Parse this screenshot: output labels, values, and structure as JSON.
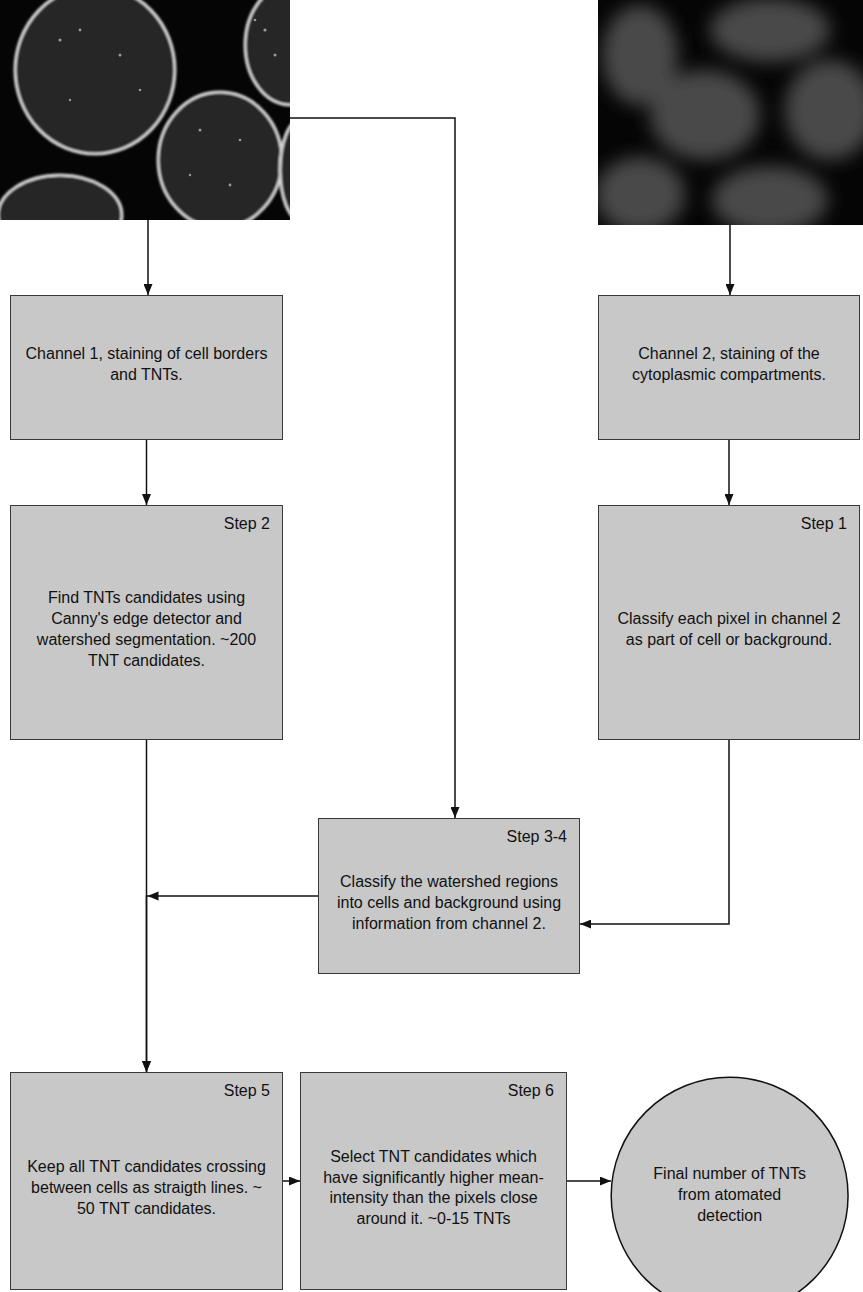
{
  "diagram": {
    "nodes": [
      {
        "text": [
          "Channel 1, staining of cell borders and TNTs."
        ]
      },
      {
        "text": [
          "Channel 2, staining of the cytoplasmic compartments."
        ]
      },
      {
        "text": [
          "Step 2",
          "Find TNTs candidates using Canny's edge detector and watershed segmentation. ~200 TNT candidates."
        ]
      },
      {
        "text": [
          "Step 1",
          "Classify each pixel in channel 2 as part of cell or background."
        ]
      },
      {
        "text": [
          "Step 3-4",
          "Classify the watershed regions into cells and background using information from channel 2."
        ]
      },
      {
        "text": [
          "Step 5",
          "Keep all TNT candidates crossing between cells as straigth lines. ~ 50 TNT candidates."
        ]
      },
      {
        "text": [
          "Step 6",
          "Select TNT candidates which have significantly higher mean-intensity than the pixels close around it. ~0-15 TNTs"
        ]
      },
      {
        "text": [
          "Final number of TNTs from atomated detection"
        ]
      }
    ],
    "edges": [
      {
        "from": 0,
        "to": 2,
        "arrow": "to"
      },
      {
        "from": 1,
        "to": 3,
        "arrow": "to"
      },
      {
        "from": 3,
        "to": 4,
        "arrow": "to"
      },
      {
        "from": 2,
        "to": 5,
        "arrow": "to"
      },
      {
        "from": 4,
        "to": 5,
        "arrow": "to"
      },
      {
        "from": 5,
        "to": 6,
        "arrow": "to"
      },
      {
        "from": 6,
        "to": 7,
        "arrow": "to"
      }
    ]
  }
}
